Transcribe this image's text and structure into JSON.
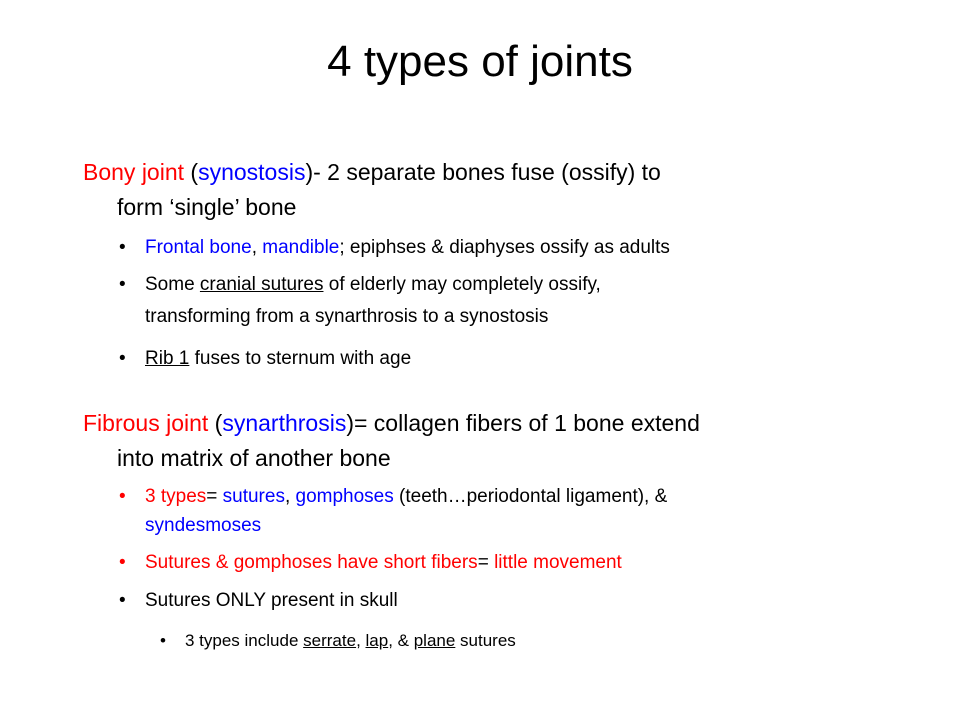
{
  "slide": {
    "title": "4 types of joints",
    "bony": {
      "head_bony_joint": "Bony joint",
      "head_open": " (",
      "head_synostosis": "synostosis",
      "head_rest": ")- 2 separate bones fuse (ossify) to",
      "head_line2": "form ‘single’ bone",
      "b1_frontal": "Frontal bone",
      "b1_comma": ", ",
      "b1_mandible": "mandible",
      "b1_rest": "; epiphses & diaphyses ossify as adults",
      "b2_some": "Some ",
      "b2_cranial": "cranial sutures",
      "b2_rest": " of elderly may completely ossify,",
      "b2_line2": "transforming from a synarthrosis to a synostosis",
      "b3_rib": "Rib 1",
      "b3_rest": " fuses to sternum with age"
    },
    "fibrous": {
      "head_fibrous_joint": "Fibrous joint",
      "head_open": " (",
      "head_synarthrosis": "synarthrosis",
      "head_rest": ")= collagen fibers of 1 bone extend",
      "head_line2": "into matrix of another bone",
      "b1_types": "3 types",
      "b1_eq": "= ",
      "b1_sutures": "sutures",
      "b1_comma": ", ",
      "b1_gomphoses": "gomphoses",
      "b1_rest": " (teeth…periodontal ligament), &",
      "b1_syndesmoses": "syndesmoses",
      "b2_red": "Sutures & gomphoses have short fibers",
      "b2_eq": "= ",
      "b2_little": "little movement",
      "b3": "Sutures ONLY present in skull",
      "sub_pre": "3 types include ",
      "sub_serrate": "serrate",
      "sub_comma": ", ",
      "sub_lap": "lap",
      "sub_amp": ", & ",
      "sub_plane": "plane",
      "sub_post": " sutures"
    },
    "bullet_char": "•"
  },
  "colors": {
    "red": "#ff0000",
    "blue": "#0000ff",
    "black": "#000000",
    "background": "#ffffff"
  }
}
